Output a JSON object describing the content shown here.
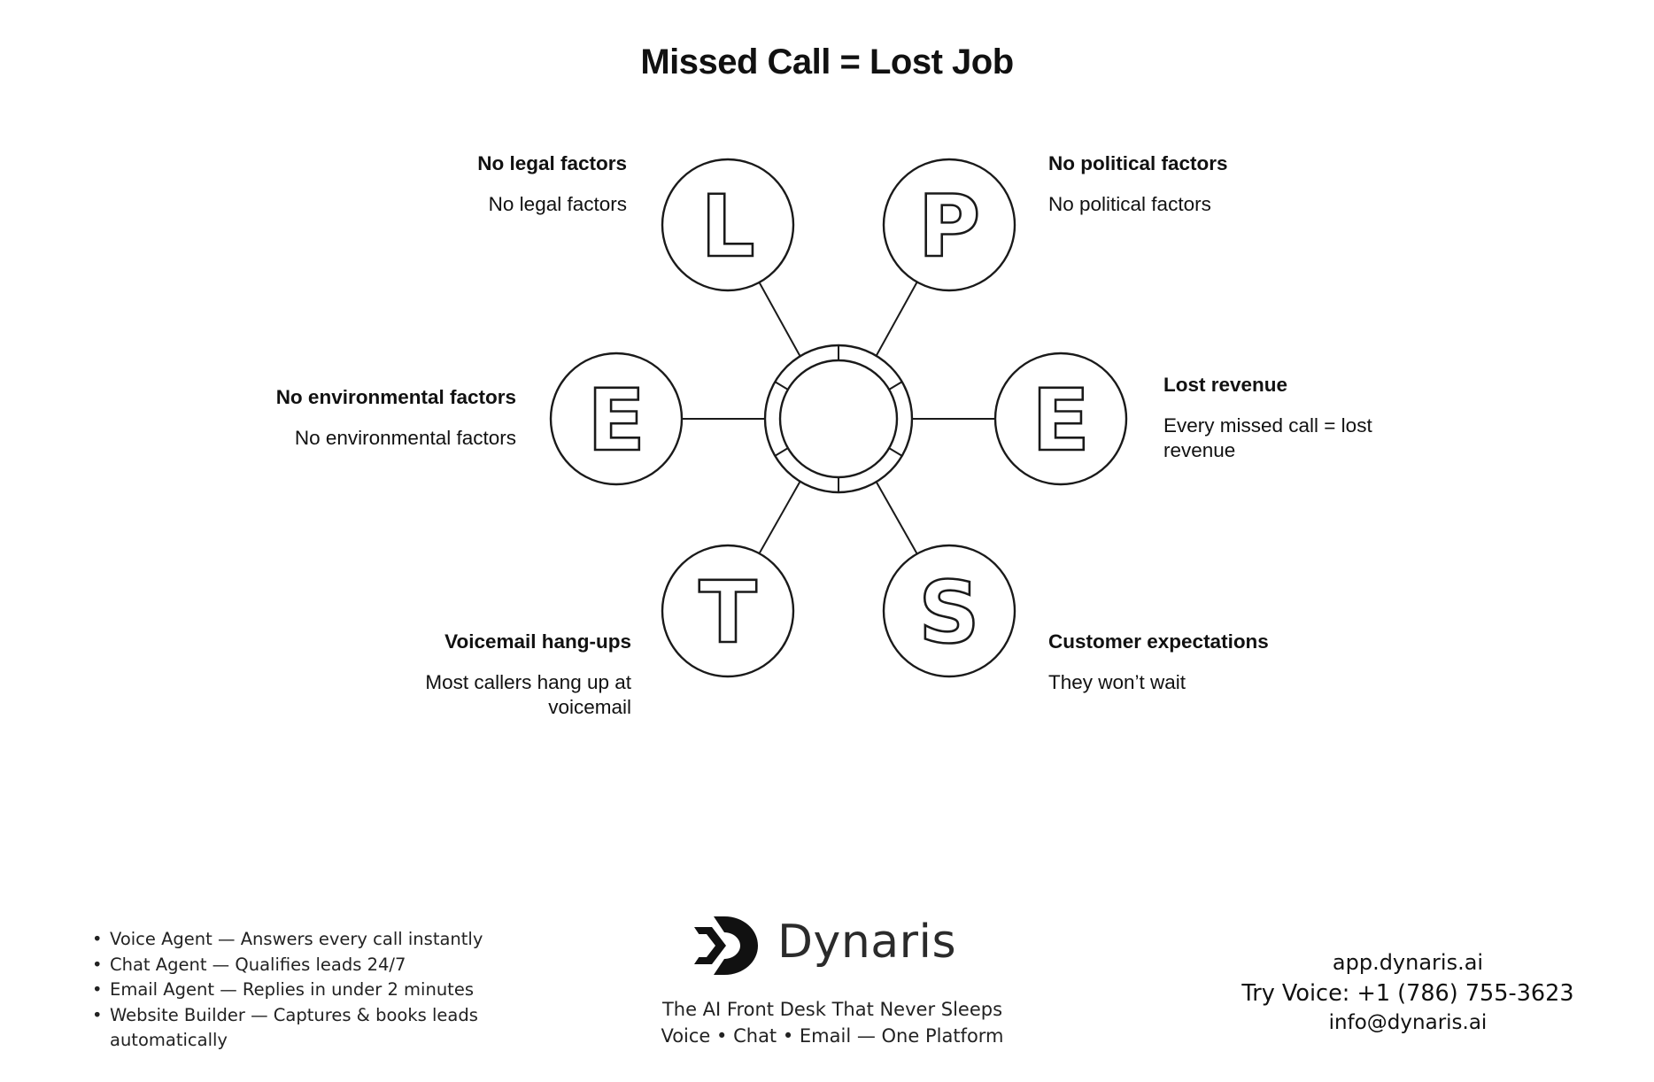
{
  "title": "Missed Call = Lost Job",
  "nodes": [
    {
      "letter": "L",
      "heading": "No legal factors",
      "text": "No legal factors"
    },
    {
      "letter": "P",
      "heading": "No political factors",
      "text": "No political factors"
    },
    {
      "letter": "E",
      "heading": "No environmental factors",
      "text": "No environmental factors"
    },
    {
      "letter": "E",
      "heading": "Lost revenue",
      "text": "Every missed call = lost revenue"
    },
    {
      "letter": "T",
      "heading": "Voicemail hang-ups",
      "text": "Most callers hang up at voicemail"
    },
    {
      "letter": "S",
      "heading": "Customer expectations",
      "text": "They won’t wait"
    }
  ],
  "footer": {
    "features": [
      "Voice Agent — Answers every call instantly",
      "Chat Agent — Qualifies leads 24/7",
      "Email Agent — Replies in under 2 minutes",
      " Website Builder — Captures & books leads automatically"
    ],
    "brand": {
      "name": "Dynaris",
      "logo_icon": "dynaris-logo-icon",
      "tagline": "The AI Front Desk That Never Sleeps",
      "subtagline": "Voice • Chat • Email — One Platform"
    },
    "contact": {
      "website": "app.dynaris.ai",
      "phone": "Try Voice: +1 (786) 755-3623",
      "email": "info@dynaris.ai"
    }
  },
  "colors": {
    "ink": "#111111",
    "line": "#1a1a1a",
    "background": "#ffffff"
  }
}
